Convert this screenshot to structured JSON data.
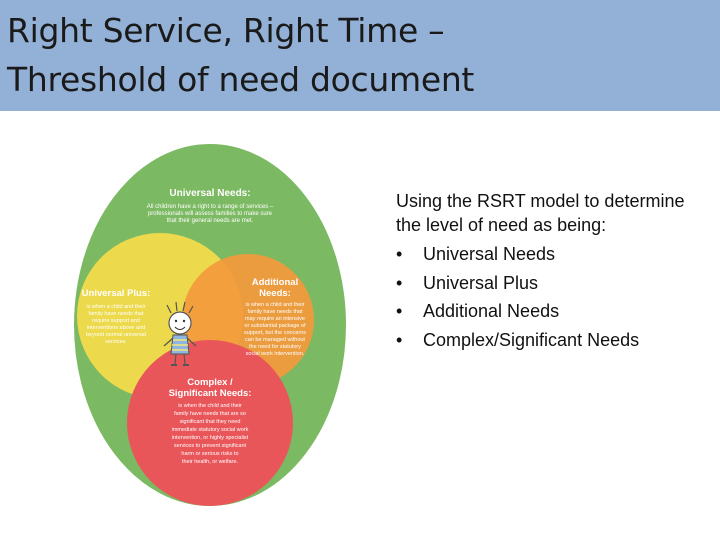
{
  "slide": {
    "title_line1": "Right Service, Right Time –",
    "title_line2": "Threshold of need document",
    "intro": "Using the RSRT model to determine the level of need as being:",
    "bullet_glyph": "•",
    "bullets": [
      "Universal Needs",
      "Universal Plus",
      "Additional Needs",
      "Complex/Significant Needs"
    ]
  },
  "diagram": {
    "universal_needs": {
      "heading": "Universal Needs:",
      "lines": [
        "All children have a right to a range of services –",
        "professionals will assess families to make sure",
        "that their general needs are met."
      ]
    },
    "universal_plus": {
      "heading": "Universal Plus:",
      "lines": [
        "is when a child and their",
        "family have needs that",
        "require support and",
        "interventions above and",
        "beyond normal universal",
        "services."
      ]
    },
    "additional_needs": {
      "heading_line1": "Additional",
      "heading_line2": "Needs:",
      "lines": [
        "is when a child and their",
        "family have needs that",
        "may require an intensive",
        "or substantial package of",
        "support, but the concerns",
        "can be managed without",
        "the need for statutory",
        "social work intervention."
      ]
    },
    "complex_needs": {
      "heading_line1": "Complex /",
      "heading_line2": "Significant Needs:",
      "lines": [
        "is when the child and their",
        "family have needs that are so",
        "significant that they need",
        "immediate statutory social work",
        "intervention, or highly specialist",
        "services to prevent significant",
        "harm or serious risks to",
        "their health, or welfare."
      ]
    },
    "colors": {
      "outer": "#7cb963",
      "universal_plus": "#f4dc4a",
      "additional": "#f39a3c",
      "complex": "#e9565a",
      "child_figure": "#ffffff"
    }
  }
}
